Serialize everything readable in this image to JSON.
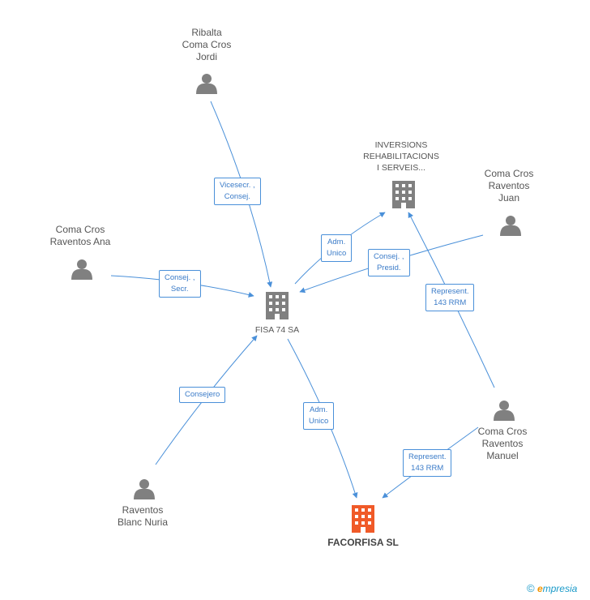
{
  "colors": {
    "edge": "#4a90d9",
    "person": "#808080",
    "company": "#808080",
    "focus": "#f05a28"
  },
  "nodes": {
    "ribalta": [
      "Ribalta",
      "Coma Cros",
      "Jordi"
    ],
    "inversions": [
      "INVERSIONS",
      "REHABILITACIONS",
      "I SERVEIS..."
    ],
    "juan": [
      "Coma Cros",
      "Raventos",
      "Juan"
    ],
    "ana": [
      "Coma Cros",
      "Raventos Ana"
    ],
    "fisa": [
      "FISA 74 SA"
    ],
    "manuel": [
      "Coma Cros",
      "Raventos",
      "Manuel"
    ],
    "nuria": [
      "Raventos",
      "Blanc Nuria"
    ],
    "facorfisa": [
      "FACORFISA SL"
    ]
  },
  "edges": {
    "ribalta_fisa": [
      "Vicesecr. ,",
      "Consej."
    ],
    "fisa_inversions": [
      "Adm.",
      "Unico"
    ],
    "juan_fisa": [
      "Consej. ,",
      "Presid."
    ],
    "ana_fisa": [
      "Consej. ,",
      "Secr."
    ],
    "manuel_inversions": [
      "Represent.",
      "143 RRM"
    ],
    "nuria_fisa": [
      "Consejero"
    ],
    "fisa_facorfisa": [
      "Adm.",
      "Unico"
    ],
    "manuel_facorfisa": [
      "Represent.",
      "143 RRM"
    ]
  },
  "brand": {
    "copyright": "©",
    "e": "e",
    "rest": "mpresia"
  }
}
